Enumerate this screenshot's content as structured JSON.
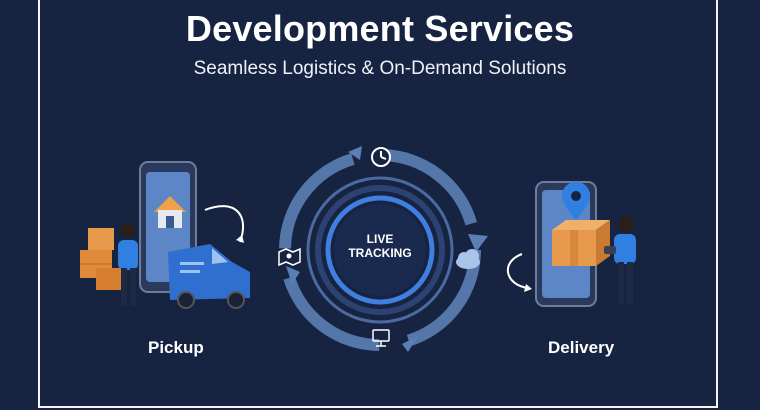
{
  "header": {
    "title_clipped": "Development Services",
    "title": "Development Services",
    "subtitle": "Seamless Logistics & On-Demand Solutions"
  },
  "diagram": {
    "center_line1": "LIVE",
    "center_line2": "TRACKING",
    "left_label": "Pickup",
    "right_label": "Delivery"
  },
  "colors": {
    "background": "#172441",
    "accent_blue": "#2f80e0",
    "box_orange": "#e79a4b",
    "ring_blue": "#5b7fb5"
  },
  "icons": [
    "clock-icon",
    "cloud-icon",
    "monitor-icon",
    "map-icon",
    "house-icon",
    "location-pin-icon"
  ]
}
